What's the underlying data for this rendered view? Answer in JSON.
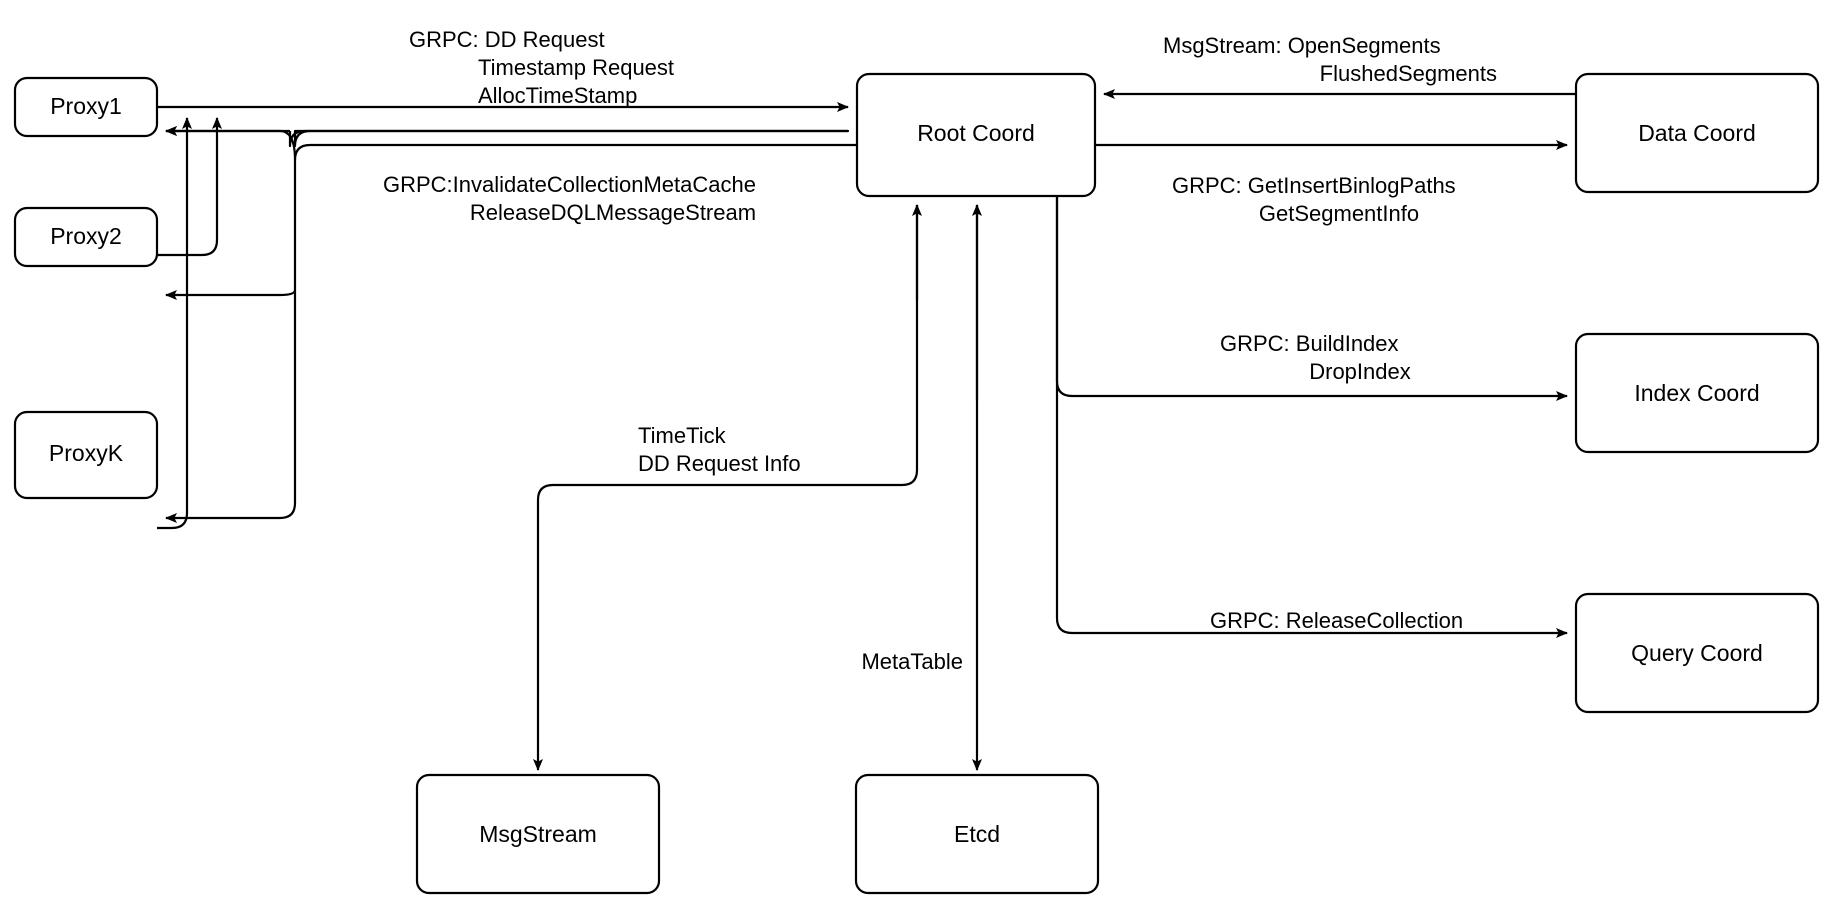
{
  "diagram": {
    "title": "Root Coord component interaction diagram",
    "background_color": "#ffffff",
    "stroke_color": "#000000",
    "fill_color": "#ffffff",
    "nodes": [
      {
        "id": "proxy1",
        "label": "Proxy1"
      },
      {
        "id": "proxy2",
        "label": "Proxy2"
      },
      {
        "id": "proxyk",
        "label": "ProxyK"
      },
      {
        "id": "rootcoord",
        "label": "Root Coord"
      },
      {
        "id": "datacoord",
        "label": "Data Coord"
      },
      {
        "id": "indexcoord",
        "label": "Index Coord"
      },
      {
        "id": "querycoord",
        "label": "Query Coord"
      },
      {
        "id": "msgstream",
        "label": "MsgStream"
      },
      {
        "id": "etcd",
        "label": "Etcd"
      }
    ],
    "edge_labels": {
      "proxy_to_root": {
        "line1": "GRPC: DD Request",
        "line2": "Timestamp Request",
        "line3": "AllocTimeStamp"
      },
      "root_to_proxy": {
        "line1": "GRPC:InvalidateCollectionMetaCache",
        "line2": "ReleaseDQLMessageStream"
      },
      "data_to_root": {
        "line1": "MsgStream: OpenSegments",
        "line2": "FlushedSegments"
      },
      "root_to_data": {
        "line1": "GRPC: GetInsertBinlogPaths",
        "line2": "GetSegmentInfo"
      },
      "root_to_index": {
        "line1": "GRPC: BuildIndex",
        "line2": "DropIndex"
      },
      "root_to_query": {
        "line1": "GRPC: ReleaseCollection"
      },
      "root_to_msgstream": {
        "line1": "TimeTick",
        "line2": "DD Request Info"
      },
      "root_to_etcd": {
        "line1": "MetaTable"
      }
    }
  }
}
